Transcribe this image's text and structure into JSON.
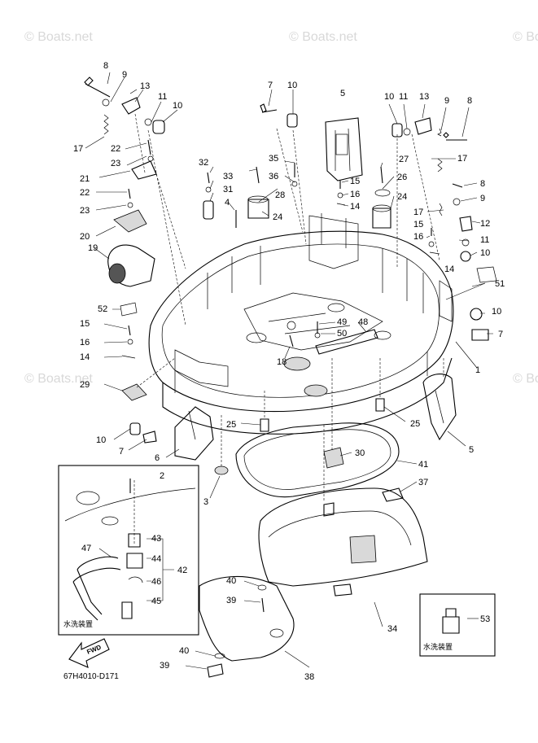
{
  "watermarks": [
    "© Boats.net",
    "© Boats.net",
    "© Boats.net",
    "© Boats.net",
    "© Boats.net"
  ],
  "diagram_code": "67H4010-D171",
  "inset_caption": "水洗装置",
  "inset2_caption": "水洗装置",
  "fwd_label": "FWD",
  "callouts": {
    "c1": "1",
    "c2": "2",
    "c3": "3",
    "c4": "4",
    "c5a": "5",
    "c5b": "5",
    "c6": "6",
    "c7a": "7",
    "c7b": "7",
    "c7c": "7",
    "c8a": "8",
    "c8b": "8",
    "c8c": "8",
    "c9a": "9",
    "c9b": "9",
    "c9c": "9",
    "c10a": "10",
    "c10b": "10",
    "c10c": "10",
    "c10d": "10",
    "c10e": "10",
    "c10f": "10",
    "c11a": "11",
    "c11b": "11",
    "c11c": "11",
    "c12": "12",
    "c13a": "13",
    "c13b": "13",
    "c14a": "14",
    "c14b": "14",
    "c14c": "14",
    "c15a": "15",
    "c15b": "15",
    "c15c": "15",
    "c16a": "16",
    "c16b": "16",
    "c16c": "16",
    "c17a": "17",
    "c17b": "17",
    "c17c": "17",
    "c18": "18",
    "c19": "19",
    "c20": "20",
    "c21": "21",
    "c22a": "22",
    "c22b": "22",
    "c23a": "23",
    "c23b": "23",
    "c24a": "24",
    "c24b": "24",
    "c25a": "25",
    "c25b": "25",
    "c26": "26",
    "c27": "27",
    "c28": "28",
    "c29": "29",
    "c30": "30",
    "c31": "31",
    "c32": "32",
    "c33": "33",
    "c34": "34",
    "c35": "35",
    "c36": "36",
    "c37": "37",
    "c38": "38",
    "c39a": "39",
    "c39b": "39",
    "c40a": "40",
    "c40b": "40",
    "c41": "41",
    "c42": "42",
    "c43": "43",
    "c44": "44",
    "c45": "45",
    "c46": "46",
    "c47": "47",
    "c48": "48",
    "c49": "49",
    "c50": "50",
    "c51": "51",
    "c52": "52",
    "c53": "53"
  }
}
